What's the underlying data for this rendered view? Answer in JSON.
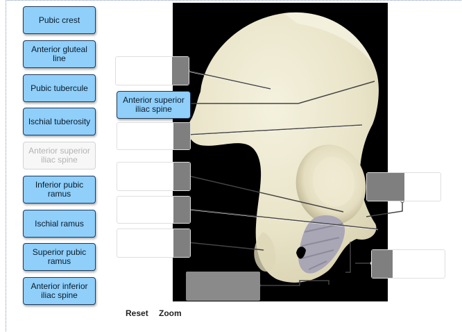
{
  "labels": [
    {
      "text": "Pubic crest",
      "used": false
    },
    {
      "text": "Anterior gluteal line",
      "used": false
    },
    {
      "text": "Pubic tubercule",
      "used": false
    },
    {
      "text": "Ischial tuberosity",
      "used": false
    },
    {
      "text": "Anterior superior iliac spine",
      "used": true
    },
    {
      "text": "Inferior pubic ramus",
      "used": false
    },
    {
      "text": "Ischial ramus",
      "used": false
    },
    {
      "text": "Superior pubic ramus",
      "used": false
    },
    {
      "text": "Anterior inferior iliac spine",
      "used": false
    }
  ],
  "placed_label": "Anterior superior iliac spine",
  "controls": {
    "reset": "Reset",
    "zoom": "Zoom"
  },
  "colors": {
    "label_fill": "#8fcffa",
    "label_border": "#1b3a5c",
    "zone_tab": "#7f7f7f",
    "bone": "#ece8d0"
  }
}
